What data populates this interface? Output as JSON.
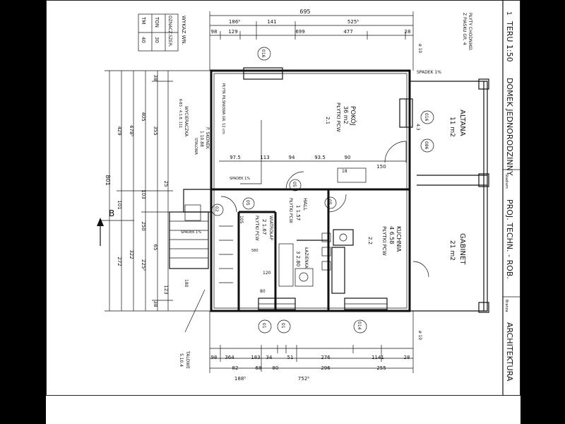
{
  "titleblock": {
    "number": "1",
    "scale_label": "TERU  1:50",
    "title": "DOMEK JEDNORODZINNY",
    "stadium_label": "Stadium",
    "proj_label": "PROJ. TECHN. - ROB.",
    "branza_label": "Branża",
    "branza_value": "ARCHITEKTURA"
  },
  "legend": {
    "heading": "WYKAZ WN.",
    "col1": "OZNACZ.",
    "col2": "SZER.",
    "rows": [
      {
        "code": "TON",
        "value": "30"
      },
      {
        "code": "TM",
        "value": "40"
      }
    ]
  },
  "rooms": [
    {
      "name": "POKÓJ",
      "area": "36 m2",
      "floor": "PŁYTKI PCW",
      "mark": "2.1"
    },
    {
      "name": "ALTANA",
      "area": "11 m2"
    },
    {
      "name": "GABINET",
      "area": "21 m2"
    },
    {
      "name": "KUCHNIA",
      "area": "4 6.58",
      "floor": "PŁYTKI PCW",
      "mark": "2.2"
    },
    {
      "name": "HALL",
      "area": "1 1.57",
      "floor": "PŁYTKI PCW"
    },
    {
      "name": "WIATROŁAP",
      "area": "2 1.67",
      "floor": "PŁYTKI PCW"
    },
    {
      "name": "ŁAZIENKA",
      "area": "3 2.80"
    }
  ],
  "notes": {
    "plyty_chodnik": "PŁYTY CHODNIKO.",
    "plyty_chodnik2": "Z PIASKU GR. 4",
    "plyta_pilsniowa": "PŁYTA PILŚNIOWA GR. 12 cm",
    "spadek_top": "SPADEK 1%",
    "spadek_mid": "SPADEK 1%",
    "spadek_left": "SPADEK 1%",
    "wycieraczka": "WYCIERACZKA",
    "wycieraczka2": "K-83 - 4.1.8. 111",
    "p_skonek": "P. SKONEK",
    "p_skonek2": "1 10.88",
    "p_skonek3": "STALOWA",
    "talowe": "TALOWE",
    "talowe_num": "5.10.4",
    "section_mark": "B",
    "d105": "105",
    "d180": "180",
    "d80": "80",
    "d580": "580",
    "d120": "120",
    "d18": "18"
  },
  "tags": [
    "016",
    "016",
    "086",
    "05",
    "05",
    "05",
    "02",
    "01",
    "01",
    "014",
    "4.3"
  ],
  "diam": [
    "ø 10",
    "ø 10"
  ],
  "dims": {
    "top1": "695",
    "top2": [
      "186⁵",
      "141",
      "525⁵"
    ],
    "top3": [
      "98",
      "129",
      "699",
      "477",
      "28"
    ],
    "inner": [
      "97.5",
      "113",
      "94",
      "93.5",
      "90",
      "150"
    ],
    "bottom1": [
      "98",
      "364",
      "183",
      "34",
      "51",
      "276",
      "1141",
      "28"
    ],
    "bottom2": [
      "82",
      "68",
      "80",
      "296",
      "255"
    ],
    "bottom3": [
      "188⁵",
      "752⁵"
    ],
    "left1": "801",
    "left2": [
      "429",
      "101",
      "272"
    ],
    "left3": [
      "478⁵",
      "322"
    ],
    "left4": [
      "405",
      "103",
      "250",
      "225⁵"
    ],
    "left5": [
      "38",
      "355",
      "25",
      "65",
      "123",
      "38"
    ]
  }
}
